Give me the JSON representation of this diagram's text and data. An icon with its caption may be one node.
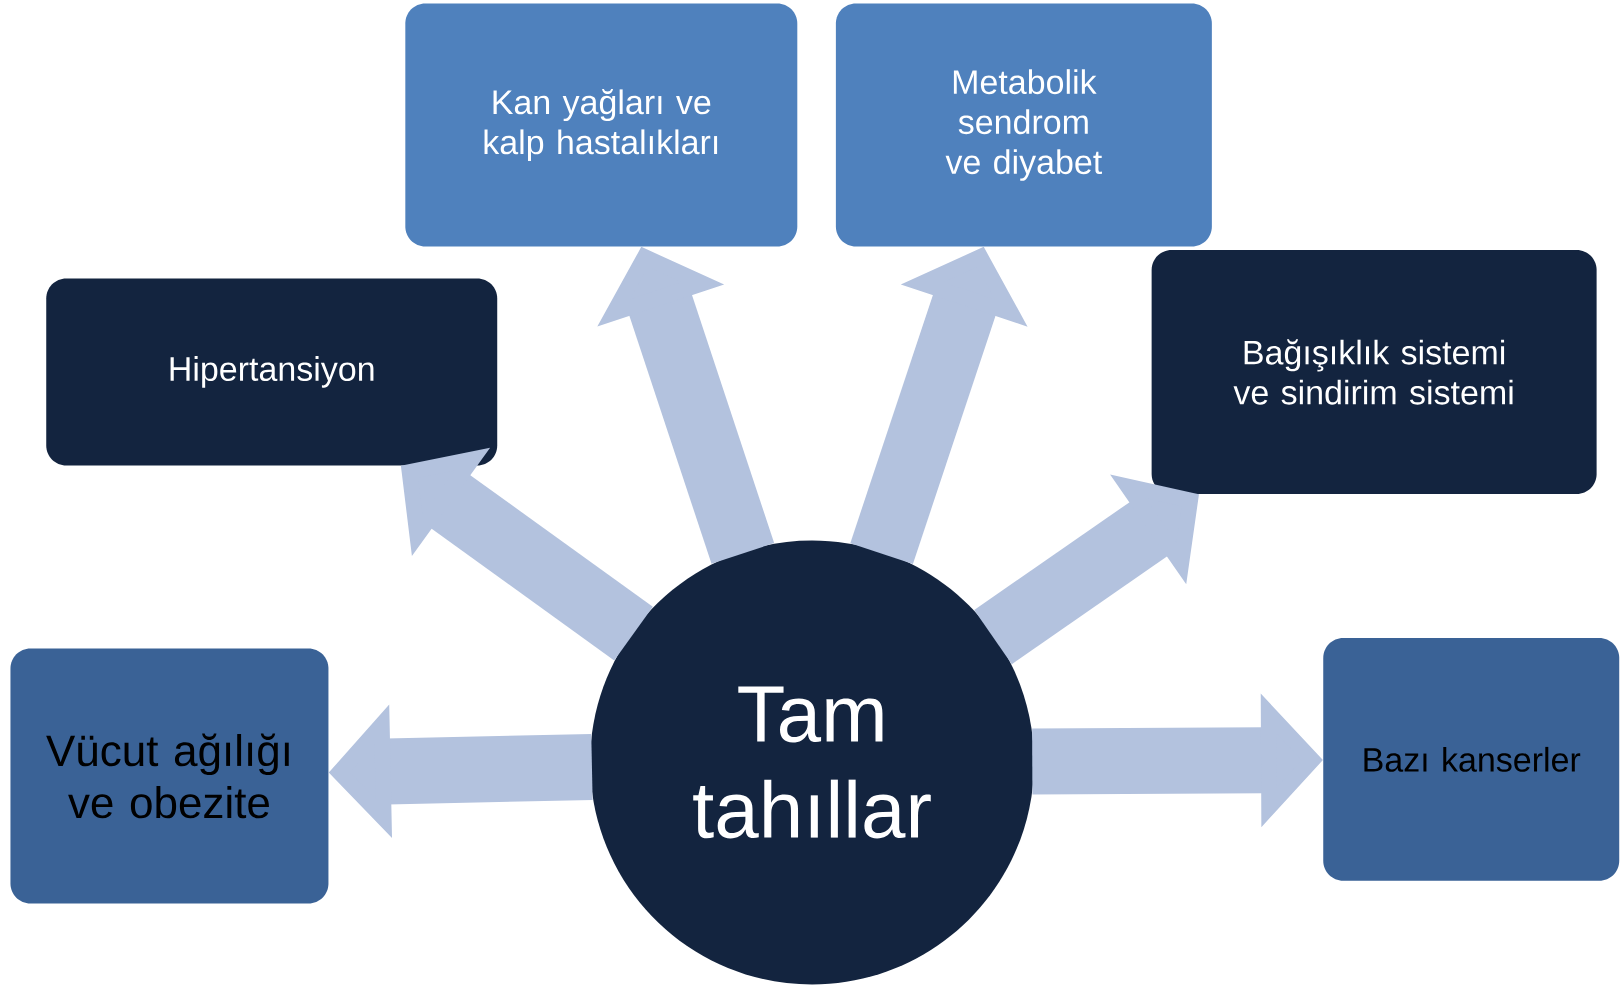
{
  "diagram": {
    "nodes": [
      {
        "text": [
          "Tam tahıllar"
        ]
      },
      {
        "text": [
          "Vücut ağılığı ve obezite"
        ]
      },
      {
        "text": [
          "Hipertansiyon"
        ]
      },
      {
        "text": [
          "Kan yağları ve kalp hastalıkları"
        ]
      },
      {
        "text": [
          "Metabolik sendrom ve diyabet"
        ]
      },
      {
        "text": [
          "Bağışıklık sistemi ve sindirim sistemi"
        ]
      },
      {
        "text": [
          "Bazı kanserler"
        ]
      }
    ],
    "edges": [
      {
        "from": 0,
        "to": 1,
        "arrow": "to"
      },
      {
        "from": 0,
        "to": 2,
        "arrow": "to"
      },
      {
        "from": 0,
        "to": 3,
        "arrow": "to"
      },
      {
        "from": 0,
        "to": 4,
        "arrow": "to"
      },
      {
        "from": 0,
        "to": 5,
        "arrow": "to"
      },
      {
        "from": 0,
        "to": 6,
        "arrow": "to"
      }
    ]
  }
}
